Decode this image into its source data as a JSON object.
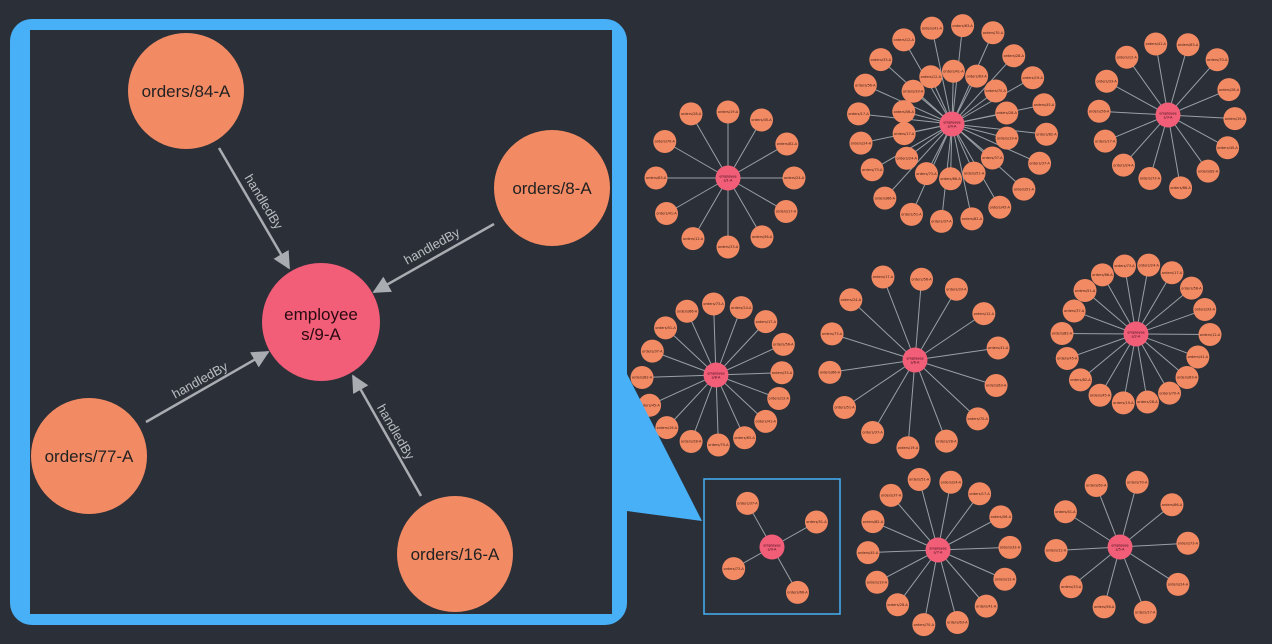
{
  "colors": {
    "background": "#2b3038",
    "order_node": "#f28a64",
    "employee_node": "#f25d78",
    "edge": "#9aa0a6",
    "highlight": "#48b0f7"
  },
  "zoom": {
    "employee_label_line1": "employee",
    "employee_label_line2": "s/9-A",
    "edge_label": "handledBy",
    "orders": [
      "orders/84-A",
      "orders/8-A",
      "orders/77-A",
      "orders/16-A"
    ]
  },
  "clusters": [
    {
      "employee": "employees/1-A",
      "orders": 12
    },
    {
      "employee": "employees/4-A",
      "orders": 34
    },
    {
      "employee": "employees/3-A",
      "orders": 14
    },
    {
      "employee": "employees/6-A",
      "orders": 14
    },
    {
      "employee": "employees/2-A",
      "orders": 18
    },
    {
      "employee": "employees/8-A",
      "orders": 16
    },
    {
      "employee": "employees/9-A",
      "orders": 4
    },
    {
      "employee": "employees/7-A",
      "orders": 14
    },
    {
      "employee": "employees/5-A",
      "orders": 10
    }
  ],
  "tiny_order_labels": [
    "orders/24-A",
    "orders/17-A",
    "orders/56-A",
    "orders/33-A",
    "orders/12-A",
    "orders/41-A",
    "orders/63-A",
    "orders/70-A",
    "orders/28-A",
    "orders/19-A",
    "orders/45-A",
    "orders/82-A",
    "orders/37-A",
    "orders/51-A",
    "orders/66-A",
    "orders/73-A"
  ]
}
